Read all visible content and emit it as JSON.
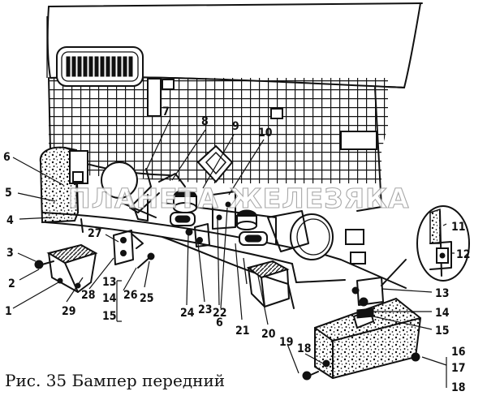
{
  "figure": {
    "caption": "Рис. 35 Бампер передний",
    "watermark": "ПЛАНЕТА ЖЕЛЕЗЯКА"
  },
  "parts": {
    "p1": "1",
    "p2": "2",
    "p3": "3",
    "p4": "4",
    "p5": "5",
    "p6a": "6",
    "p6b": "6",
    "p7": "7",
    "p8": "8",
    "p9": "9",
    "p10": "10",
    "p11": "11",
    "p12": "12",
    "p13a": "13",
    "p14a": "14",
    "p15a": "15",
    "p13b": "13",
    "p14b": "14",
    "p15b": "15",
    "p16": "16",
    "p17": "17",
    "p18a": "18",
    "p18b": "18",
    "p19": "19",
    "p20": "20",
    "p21": "21",
    "p22": "22",
    "p23": "23",
    "p24": "24",
    "p25": "25",
    "p26": "26",
    "p27": "27",
    "p28": "28",
    "p29": "29"
  }
}
